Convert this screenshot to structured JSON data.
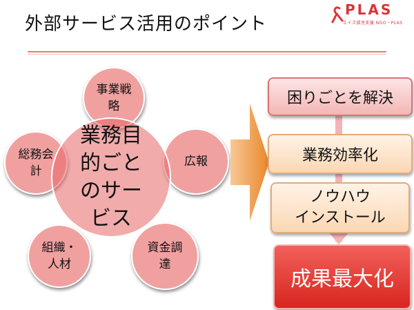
{
  "header": {
    "title": "外部サービス活用のポイント",
    "logo_text": "PLAS",
    "logo_sub": "エイズ孤児支援 NGO・PLAS"
  },
  "diagram": {
    "center": "業務目\n的ごと\nのサー\nビス",
    "satellites": {
      "top": "事業戦\n略",
      "left": "総務会\n計",
      "right": "広報",
      "bottom_left": "組織・\n人材",
      "bottom_right": "資金調\n達"
    }
  },
  "flow": {
    "steps": [
      "困りごとを解決",
      "業務効率化",
      "ノウハウ\nインストール"
    ],
    "result": "成果最大化"
  },
  "colors": {
    "circle_fill": "#e86666",
    "accent_red": "#d9343a",
    "arrow_orange": "#ec9a3f"
  }
}
